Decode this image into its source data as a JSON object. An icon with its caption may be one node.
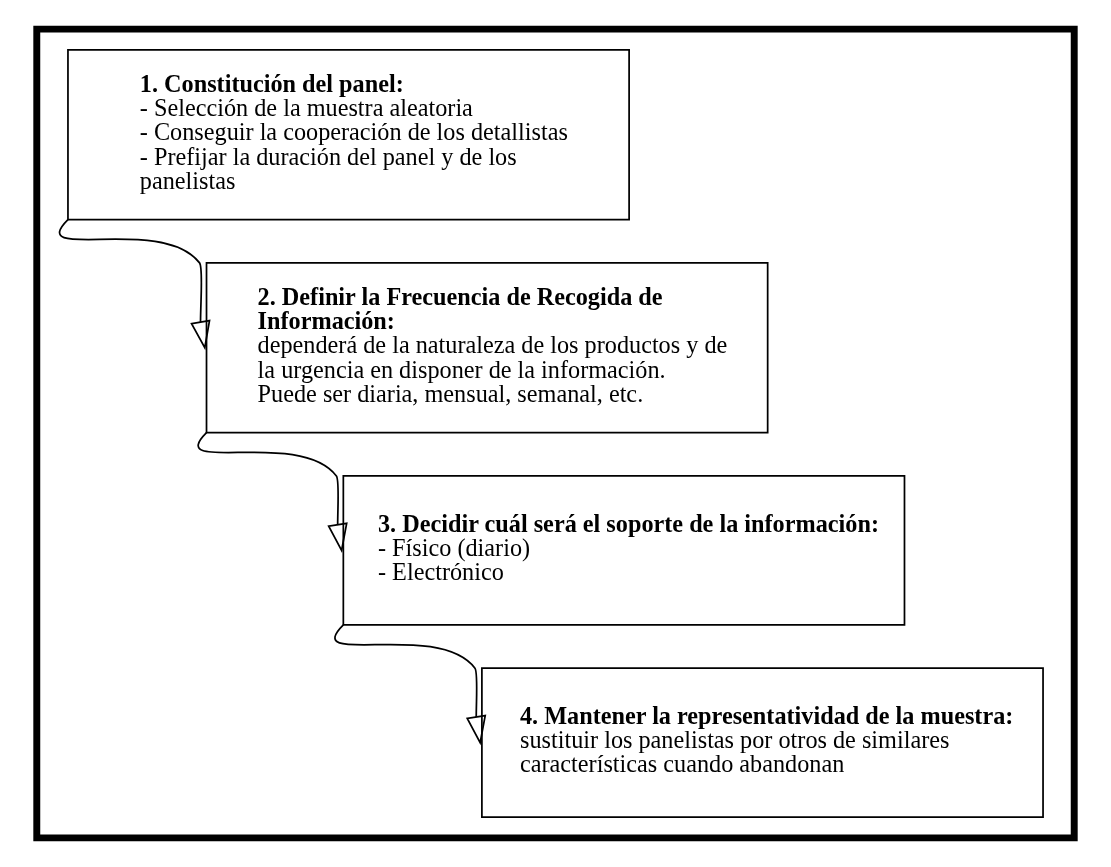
{
  "diagram": {
    "nodes": [
      {
        "text": [],
        "shape": "box"
      },
      {
        "text": [
          "1. Constitución del panel:",
          "- Selección de la muestra aleatoria",
          "- Conseguir la cooperación de los detallistas",
          "- Prefijar la duración del panel y de los panelistas"
        ],
        "in": 0
      },
      {
        "text": [
          "2. Definir la Frecuencia de Recogida de Información:",
          "dependerá de la naturaleza de los productos y de la urgencia en disponer de la información.",
          "Puede ser diaria, mensual, semanal, etc."
        ],
        "in": 0
      },
      {
        "text": [
          "3. Decidir cuál será el soporte de la información:",
          "- Físico (diario)",
          "- Electrónico"
        ],
        "in": 0
      },
      {
        "text": [
          "4. Mantener la representatividad de la muestra:",
          "sustituir los panelistas por otros de similares características cuando abandonan"
        ],
        "in": 0
      }
    ],
    "edges": [
      {
        "from": 1,
        "to": 2,
        "arrow": "to"
      },
      {
        "from": 2,
        "to": 3,
        "arrow": "to"
      },
      {
        "from": 3,
        "to": 4,
        "arrow": "to"
      }
    ]
  }
}
